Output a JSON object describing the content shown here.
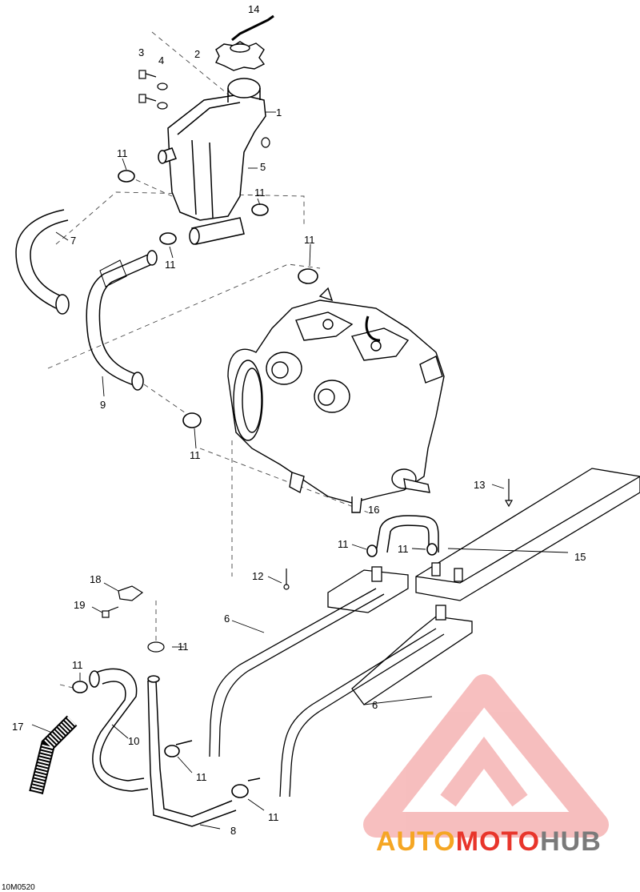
{
  "diagram_code": "10M0520",
  "callouts": {
    "c1": "1",
    "c2": "2",
    "c3": "3",
    "c4": "4",
    "c5": "5",
    "c6a": "6",
    "c6b": "6",
    "c7": "7",
    "c8": "8",
    "c9": "9",
    "c10": "10",
    "c11a": "11",
    "c11b": "11",
    "c11c": "11",
    "c11d": "11",
    "c11e": "11",
    "c11f": "11",
    "c11g": "11",
    "c11h": "11",
    "c11i": "11",
    "c11j": "11",
    "c11k": "11",
    "c11l": "11",
    "c12": "12",
    "c13": "13",
    "c14": "14",
    "c15": "15",
    "c16": "16",
    "c17": "17",
    "c18": "18",
    "c19": "19"
  },
  "watermark": {
    "part1": "AUTO",
    "part2": "MOTO",
    "part3": "HUB",
    "colors": {
      "orange": "#F5A623",
      "red": "#E8352B",
      "gray": "#7A7A7A"
    }
  }
}
